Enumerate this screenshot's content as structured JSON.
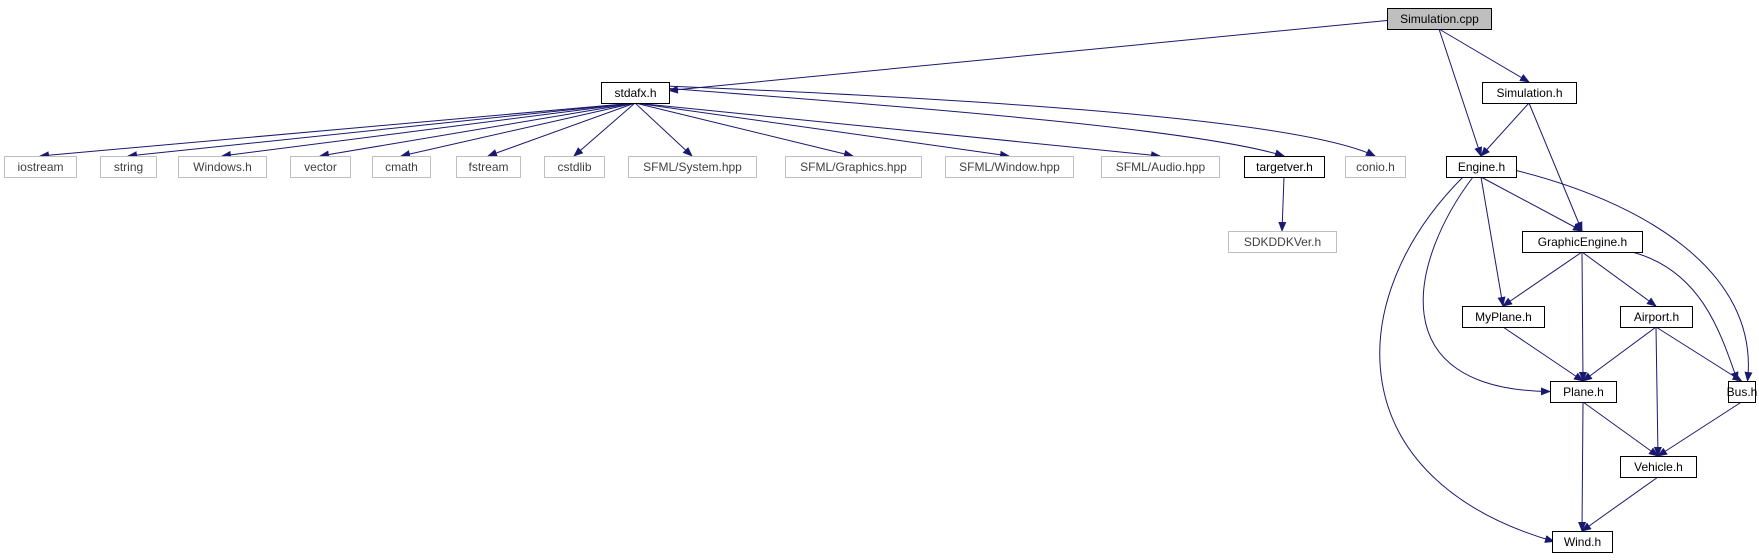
{
  "graph": {
    "colors": {
      "edge": "#191970",
      "arrow": "#191970",
      "root_fill": "#bfbfbf",
      "internal_border": "#000000",
      "external_border": "#bfbfbf",
      "external_text": "#404040",
      "internal_text": "#000000"
    },
    "nodes": [
      {
        "id": "simulation_cpp",
        "label": "Simulation.cpp",
        "kind": "root"
      },
      {
        "id": "stdafx_h",
        "label": "stdafx.h",
        "kind": "internal"
      },
      {
        "id": "simulation_h",
        "label": "Simulation.h",
        "kind": "internal"
      },
      {
        "id": "iostream",
        "label": "iostream",
        "kind": "external"
      },
      {
        "id": "string",
        "label": "string",
        "kind": "external"
      },
      {
        "id": "windows_h",
        "label": "Windows.h",
        "kind": "external"
      },
      {
        "id": "vector",
        "label": "vector",
        "kind": "external"
      },
      {
        "id": "cmath",
        "label": "cmath",
        "kind": "external"
      },
      {
        "id": "fstream",
        "label": "fstream",
        "kind": "external"
      },
      {
        "id": "cstdlib",
        "label": "cstdlib",
        "kind": "external"
      },
      {
        "id": "sfml_system",
        "label": "SFML/System.hpp",
        "kind": "external"
      },
      {
        "id": "sfml_graphics",
        "label": "SFML/Graphics.hpp",
        "kind": "external"
      },
      {
        "id": "sfml_window",
        "label": "SFML/Window.hpp",
        "kind": "external"
      },
      {
        "id": "sfml_audio",
        "label": "SFML/Audio.hpp",
        "kind": "external"
      },
      {
        "id": "targetver_h",
        "label": "targetver.h",
        "kind": "internal"
      },
      {
        "id": "conio_h",
        "label": "conio.h",
        "kind": "external"
      },
      {
        "id": "engine_h",
        "label": "Engine.h",
        "kind": "internal"
      },
      {
        "id": "sdkddkver_h",
        "label": "SDKDDKVer.h",
        "kind": "external"
      },
      {
        "id": "graphicengine_h",
        "label": "GraphicEngine.h",
        "kind": "internal"
      },
      {
        "id": "myplane_h",
        "label": "MyPlane.h",
        "kind": "internal"
      },
      {
        "id": "airport_h",
        "label": "Airport.h",
        "kind": "internal"
      },
      {
        "id": "plane_h",
        "label": "Plane.h",
        "kind": "internal"
      },
      {
        "id": "bus_h",
        "label": "Bus.h",
        "kind": "internal"
      },
      {
        "id": "vehicle_h",
        "label": "Vehicle.h",
        "kind": "internal"
      },
      {
        "id": "wind_h",
        "label": "Wind.h",
        "kind": "internal"
      }
    ],
    "edges": [
      {
        "from": "simulation_cpp",
        "to": "stdafx_h"
      },
      {
        "from": "simulation_cpp",
        "to": "simulation_h"
      },
      {
        "from": "simulation_cpp",
        "to": "engine_h"
      },
      {
        "from": "stdafx_h",
        "to": "iostream"
      },
      {
        "from": "stdafx_h",
        "to": "string"
      },
      {
        "from": "stdafx_h",
        "to": "windows_h"
      },
      {
        "from": "stdafx_h",
        "to": "vector"
      },
      {
        "from": "stdafx_h",
        "to": "cmath"
      },
      {
        "from": "stdafx_h",
        "to": "fstream"
      },
      {
        "from": "stdafx_h",
        "to": "cstdlib"
      },
      {
        "from": "stdafx_h",
        "to": "sfml_system"
      },
      {
        "from": "stdafx_h",
        "to": "sfml_graphics"
      },
      {
        "from": "stdafx_h",
        "to": "sfml_window"
      },
      {
        "from": "stdafx_h",
        "to": "sfml_audio"
      },
      {
        "from": "stdafx_h",
        "to": "targetver_h"
      },
      {
        "from": "stdafx_h",
        "to": "conio_h"
      },
      {
        "from": "targetver_h",
        "to": "sdkddkver_h"
      },
      {
        "from": "simulation_h",
        "to": "engine_h"
      },
      {
        "from": "simulation_h",
        "to": "graphicengine_h"
      },
      {
        "from": "engine_h",
        "to": "graphicengine_h"
      },
      {
        "from": "engine_h",
        "to": "myplane_h"
      },
      {
        "from": "engine_h",
        "to": "plane_h"
      },
      {
        "from": "engine_h",
        "to": "bus_h"
      },
      {
        "from": "engine_h",
        "to": "wind_h"
      },
      {
        "from": "graphicengine_h",
        "to": "myplane_h"
      },
      {
        "from": "graphicengine_h",
        "to": "airport_h"
      },
      {
        "from": "graphicengine_h",
        "to": "plane_h"
      },
      {
        "from": "graphicengine_h",
        "to": "bus_h"
      },
      {
        "from": "myplane_h",
        "to": "plane_h"
      },
      {
        "from": "airport_h",
        "to": "plane_h"
      },
      {
        "from": "airport_h",
        "to": "bus_h"
      },
      {
        "from": "airport_h",
        "to": "vehicle_h"
      },
      {
        "from": "plane_h",
        "to": "vehicle_h"
      },
      {
        "from": "plane_h",
        "to": "wind_h"
      },
      {
        "from": "bus_h",
        "to": "vehicle_h"
      },
      {
        "from": "vehicle_h",
        "to": "wind_h"
      }
    ]
  }
}
